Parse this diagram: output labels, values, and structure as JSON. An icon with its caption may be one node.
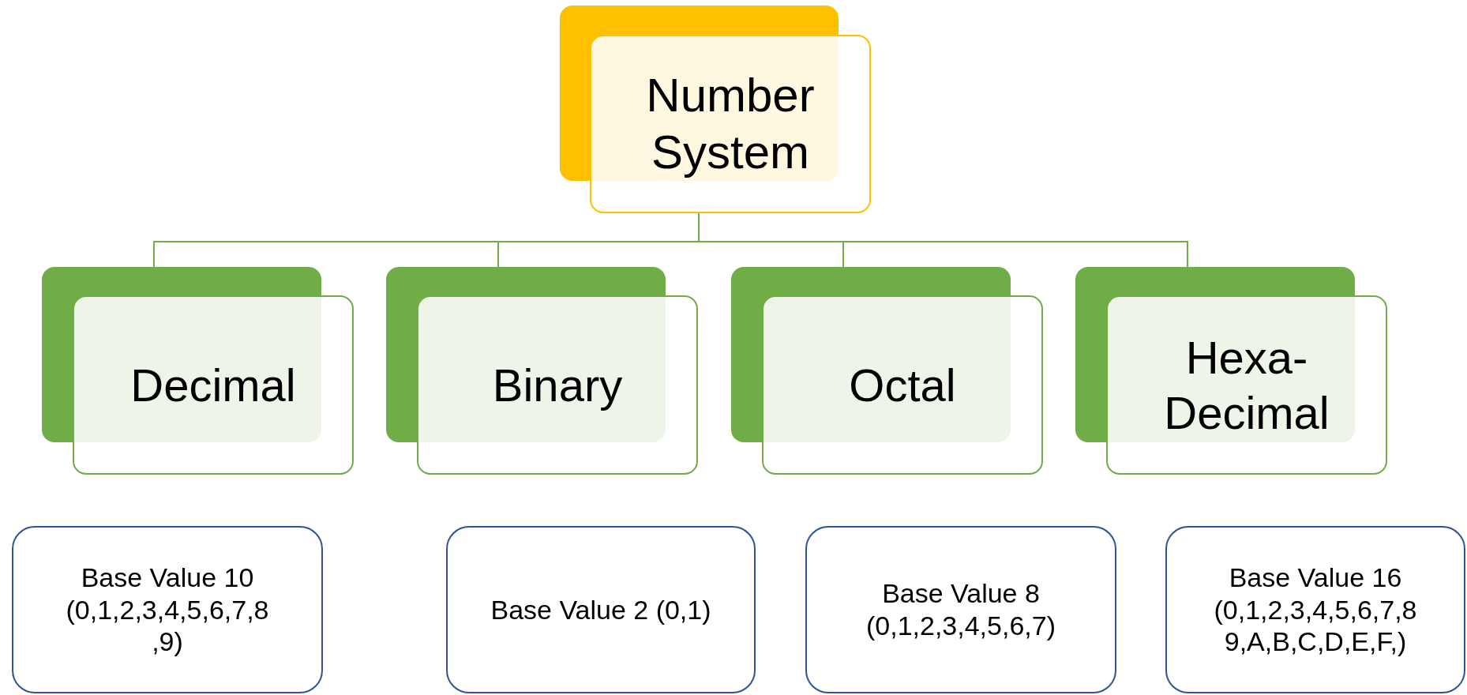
{
  "diagram": {
    "nodes": [
      {
        "text": [
          "Number System"
        ]
      },
      {
        "text": [
          "Decimal"
        ]
      },
      {
        "text": [
          "Binary"
        ]
      },
      {
        "text": [
          "Octal"
        ]
      },
      {
        "text": [
          "Hexa-Decimal"
        ]
      },
      {
        "text": [
          "Base Value 10 (0,1,2,3,4,5,6,7,8 ,9)"
        ]
      },
      {
        "text": [
          "Base Value 2 (0,1)"
        ]
      },
      {
        "text": [
          "Base Value 8 (0,1,2,3,4,5,6,7)"
        ]
      },
      {
        "text": [
          "Base Value 16 (0,1,2,3,4,5,6,7,8 9,A,B,C,D,E,F,)"
        ]
      }
    ],
    "edges": [
      {
        "from": 0,
        "to": 1,
        "arrow": "none"
      },
      {
        "from": 0,
        "to": 2,
        "arrow": "none"
      },
      {
        "from": 0,
        "to": 3,
        "arrow": "none"
      },
      {
        "from": 0,
        "to": 4,
        "arrow": "none"
      }
    ]
  }
}
